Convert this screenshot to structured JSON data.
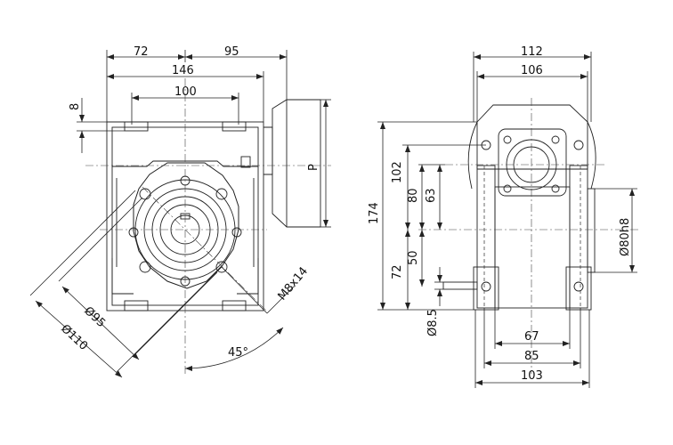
{
  "front_view": {
    "dimensions": {
      "d72": "72",
      "d95": "95",
      "d146": "146",
      "d100": "100",
      "d8": "8",
      "dP": "P",
      "d_phi95": "Ø95",
      "d_phi110": "Ø110",
      "d_m8": "M8x14",
      "d_45": "45°"
    }
  },
  "side_view": {
    "dimensions": {
      "d112": "112",
      "d106": "106",
      "d174": "174",
      "d102": "102",
      "d80": "80",
      "d63": "63",
      "d50": "50",
      "d72": "72",
      "d_phi8_5": "Ø8.5",
      "d_phi80h8": "Ø80h8",
      "d67": "67",
      "d85": "85",
      "d103": "103"
    }
  }
}
